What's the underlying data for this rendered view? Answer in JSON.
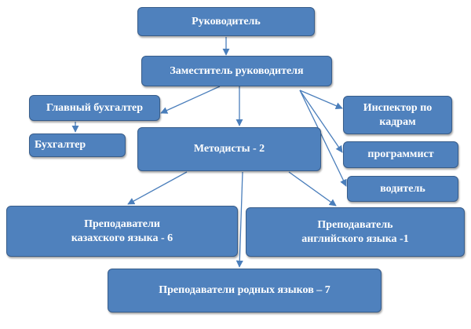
{
  "nodes": {
    "director": {
      "label": "Руководитель"
    },
    "deputy": {
      "label": "Заместитель руководителя"
    },
    "chief_accountant": {
      "label": "Главный бухгалтер"
    },
    "accountant": {
      "label": "Бухгалтер"
    },
    "methodists": {
      "label": "Методисты - 2"
    },
    "hr_inspector": {
      "line1": "Инспектор по",
      "line2": "кадрам"
    },
    "programmer": {
      "label": "программист"
    },
    "driver": {
      "label": "водитель"
    },
    "kazakh_teachers": {
      "line1": "Преподаватели",
      "line2": "казахского языка - 6"
    },
    "english_teacher": {
      "line1": "Преподаватель",
      "line2": "английского языка -1"
    },
    "native_teachers": {
      "label": "Преподаватели родных языков – 7"
    }
  },
  "colors": {
    "box_fill": "#4f81bd",
    "box_border": "#385d8a",
    "text": "#ffffff",
    "arrow": "#4a7ebb"
  }
}
